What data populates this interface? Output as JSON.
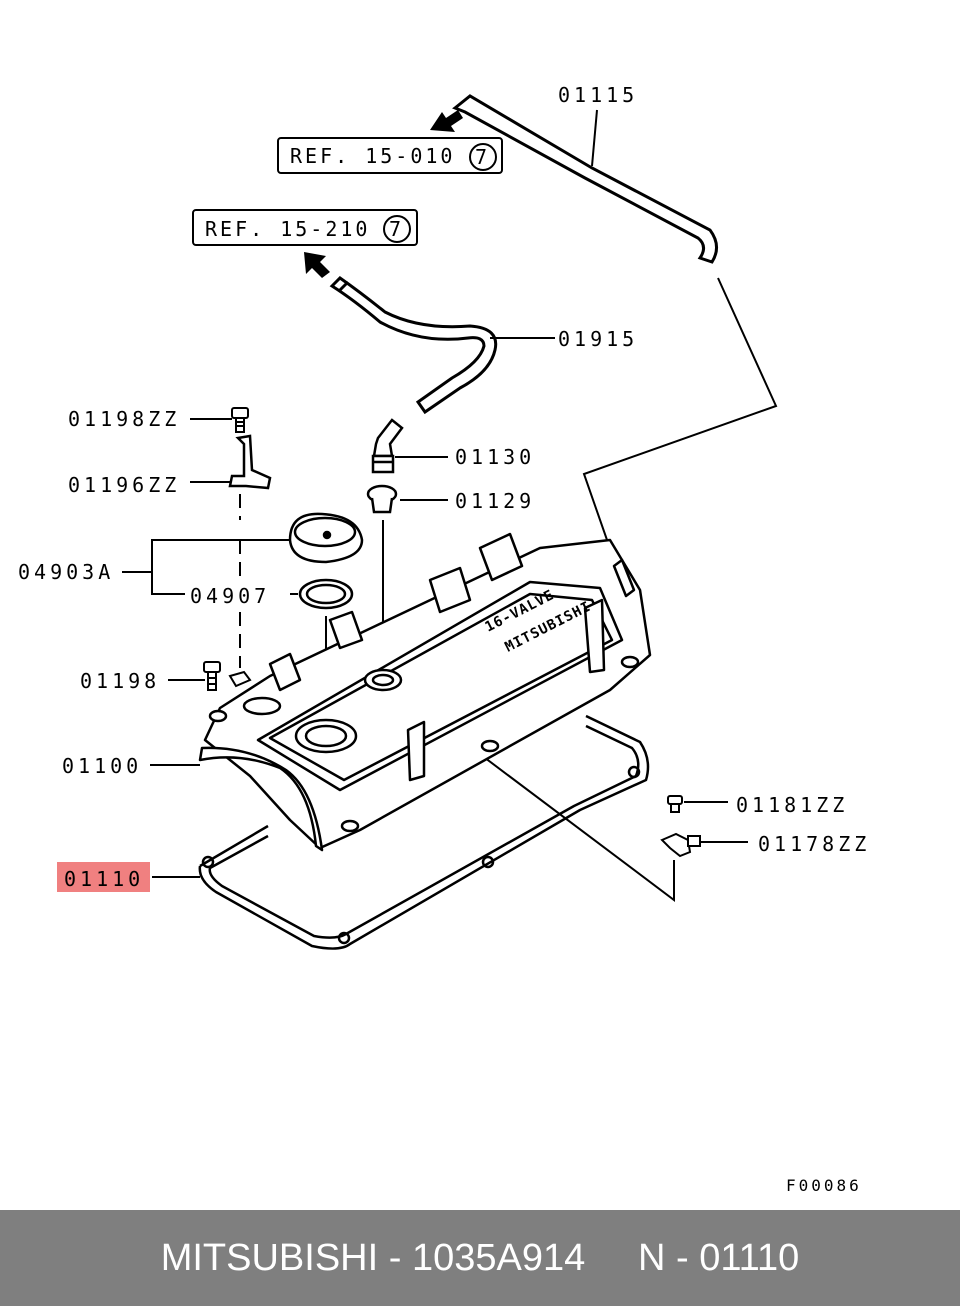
{
  "diagram": {
    "drawing_code": "F00086",
    "references": [
      {
        "text": "REF. 15-010",
        "circled": "7"
      },
      {
        "text": "REF. 15-210",
        "circled": "7"
      }
    ],
    "parts": {
      "p01115": "01115",
      "p01915": "01915",
      "p01198ZZ": "01198ZZ",
      "p01130": "01130",
      "p01196ZZ": "01196ZZ",
      "p01129": "01129",
      "p04903A": "04903A",
      "p04907": "04907",
      "p01198": "01198",
      "p01100": "01100",
      "p01181ZZ": "01181ZZ",
      "p01178ZZ": "01178ZZ",
      "p01110": "01110"
    },
    "highlight_part": "01110",
    "highlight_color": "#f08080",
    "cover_marking_1": "16-VALVE",
    "cover_marking_2": "MITSUBISHI"
  },
  "footer": {
    "text": "MITSUBISHI - 1035A914     N - 01110",
    "background": "#7f7f7f"
  }
}
